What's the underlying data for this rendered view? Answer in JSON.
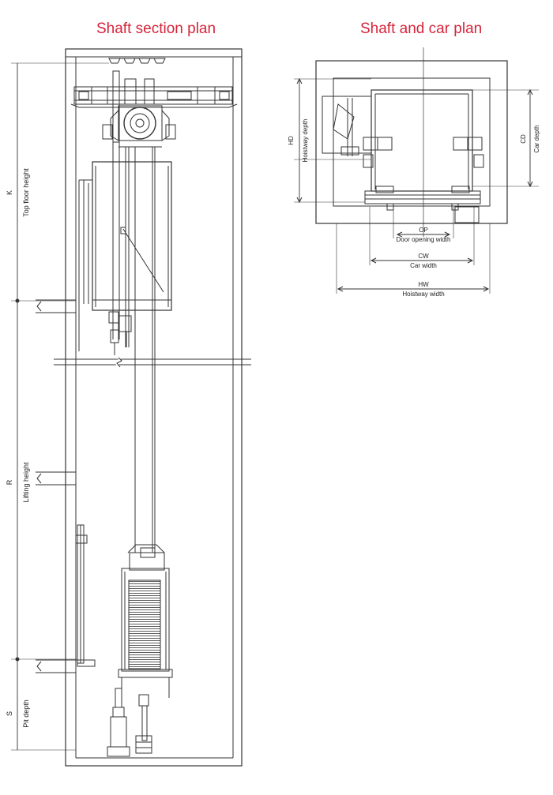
{
  "titles": {
    "section": "Shaft section plan",
    "plan": "Shaft and car plan"
  },
  "accent_color": "#d6243a",
  "section_labels": {
    "k_code": "K",
    "k_name": "Top floor height",
    "r_code": "R",
    "r_name": "Lifting height",
    "s_code": "S",
    "s_name": "Pit depth"
  },
  "plan_labels": {
    "hd_code": "HD",
    "hd_name": "Hoistway depth",
    "cd_code": "CD",
    "cd_name": "Car depth",
    "op_code": "OP",
    "op_name": "Door opening width",
    "cw_code": "CW",
    "cw_name": "Car width",
    "hw_code": "HW",
    "hw_name": "Hoistway width"
  }
}
